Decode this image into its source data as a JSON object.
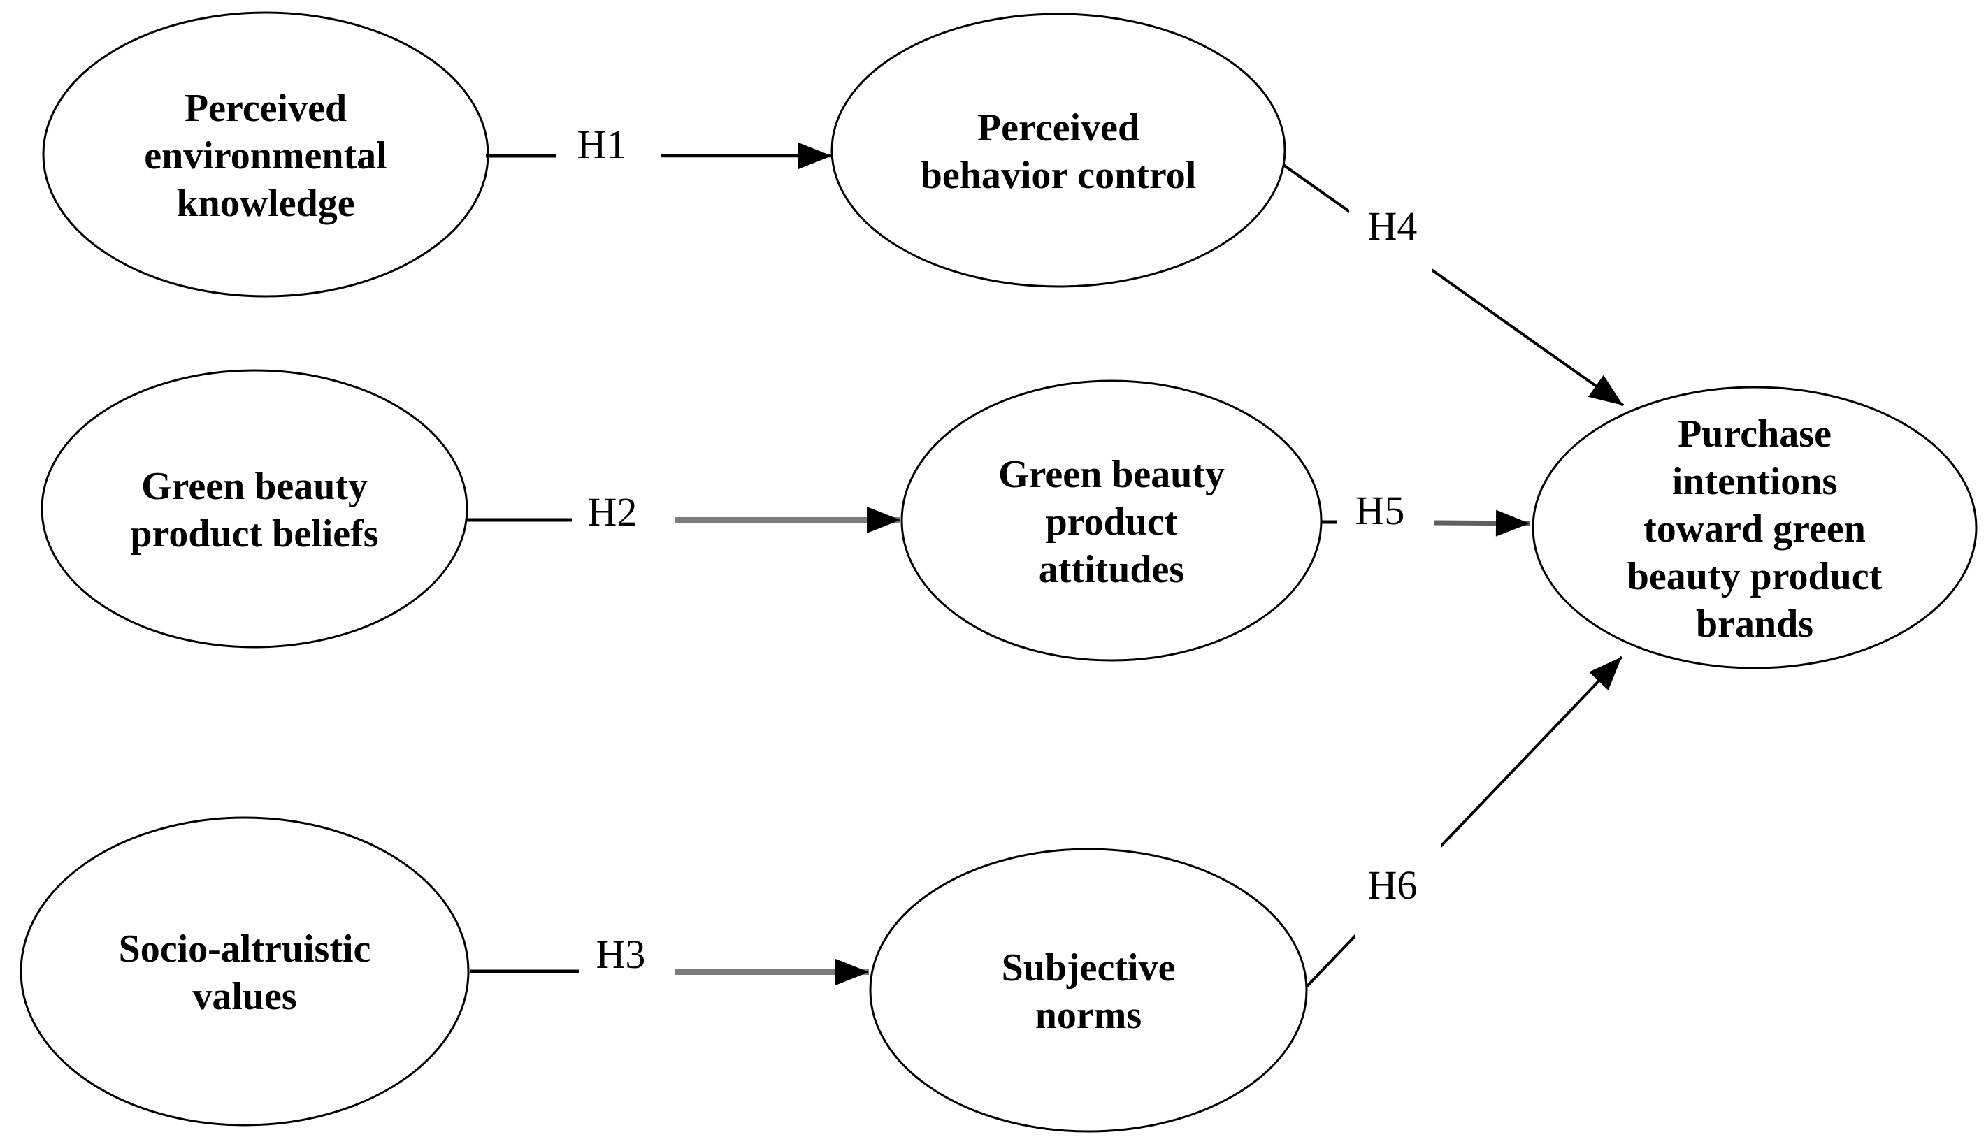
{
  "diagram": {
    "type": "conceptual-model",
    "colors": {
      "background": "#ffffff",
      "node_fill": "#ffffff",
      "node_stroke": "#000000",
      "text": "#000000",
      "arrow_black": "#000000",
      "arrow_gray": "#7c7c7c"
    },
    "nodes": [
      {
        "id": "perceived-environmental-knowledge",
        "label": "Perceived environmental knowledge",
        "lines": [
          "Perceived",
          "environmental",
          "knowledge"
        ]
      },
      {
        "id": "green-beauty-product-beliefs",
        "label": "Green beauty product beliefs",
        "lines": [
          "Green beauty",
          "product beliefs"
        ]
      },
      {
        "id": "socio-altruistic-values",
        "label": "Socio-altruistic values",
        "lines": [
          "Socio-altruistic",
          "values"
        ]
      },
      {
        "id": "perceived-behavior-control",
        "label": "Perceived behavior control",
        "lines": [
          "Perceived",
          "behavior control"
        ]
      },
      {
        "id": "green-beauty-product-attitudes",
        "label": "Green beauty product attitudes",
        "lines": [
          "Green beauty",
          "product",
          "attitudes"
        ]
      },
      {
        "id": "subjective-norms",
        "label": "Subjective norms",
        "lines": [
          "Subjective",
          "norms"
        ]
      },
      {
        "id": "purchase-intentions-toward-green-beauty-product-brands",
        "label": "Purchase intentions toward green beauty product brands",
        "lines": [
          "Purchase",
          "intentions",
          "toward green",
          "beauty product",
          "brands"
        ]
      }
    ],
    "hypotheses": [
      {
        "label": "H1",
        "from": "perceived-environmental-knowledge",
        "to": "perceived-behavior-control"
      },
      {
        "label": "H2",
        "from": "green-beauty-product-beliefs",
        "to": "green-beauty-product-attitudes"
      },
      {
        "label": "H3",
        "from": "socio-altruistic-values",
        "to": "subjective-norms"
      },
      {
        "label": "H4",
        "from": "perceived-behavior-control",
        "to": "purchase-intentions-toward-green-beauty-product-brands"
      },
      {
        "label": "H5",
        "from": "green-beauty-product-attitudes",
        "to": "purchase-intentions-toward-green-beauty-product-brands"
      },
      {
        "label": "H6",
        "from": "subjective-norms",
        "to": "purchase-intentions-toward-green-beauty-product-brands"
      }
    ]
  }
}
